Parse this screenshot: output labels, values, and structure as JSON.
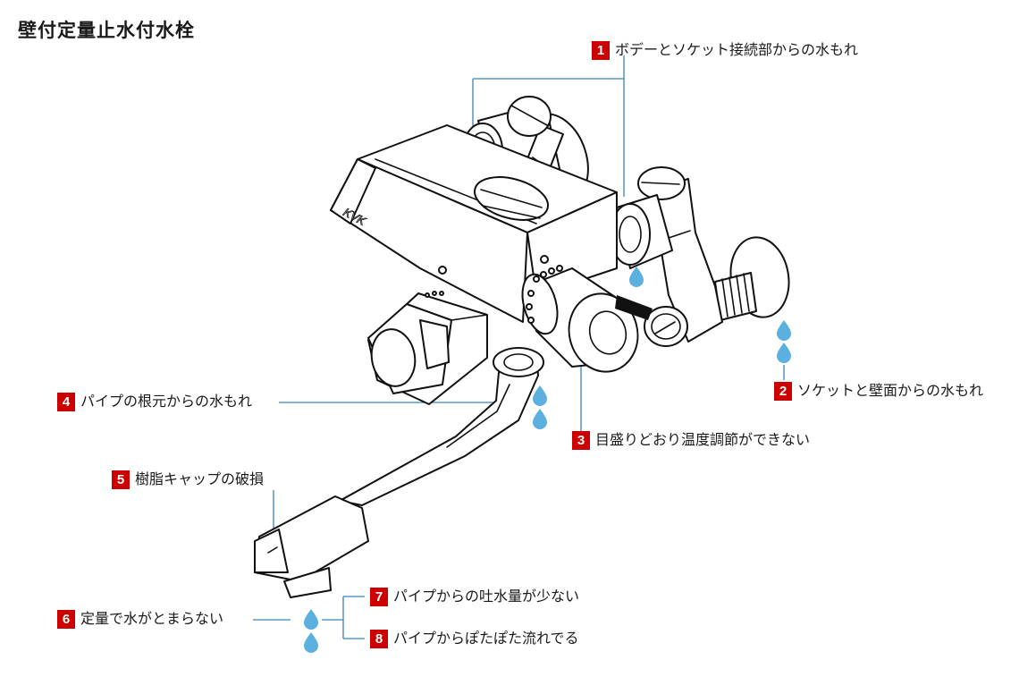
{
  "title": "壁付定量止水付水栓",
  "brand_mark": "KVK",
  "colors": {
    "badge": "#cc0000",
    "leader_line": "#3b83b8",
    "water_drop": "#5bb0e0",
    "outline": "#111111"
  },
  "callouts": [
    {
      "number": "1",
      "text": "ボデーとソケット接続部からの水もれ"
    },
    {
      "number": "2",
      "text": "ソケットと壁面からの水もれ"
    },
    {
      "number": "3",
      "text": "目盛りどおり温度調節ができない"
    },
    {
      "number": "4",
      "text": "パイプの根元からの水もれ"
    },
    {
      "number": "5",
      "text": "樹脂キャップの破損"
    },
    {
      "number": "6",
      "text": "定量で水がとまらない"
    },
    {
      "number": "7",
      "text": "パイプからの吐水量が少ない"
    },
    {
      "number": "8",
      "text": "パイプからぽたぽた流れでる"
    }
  ]
}
